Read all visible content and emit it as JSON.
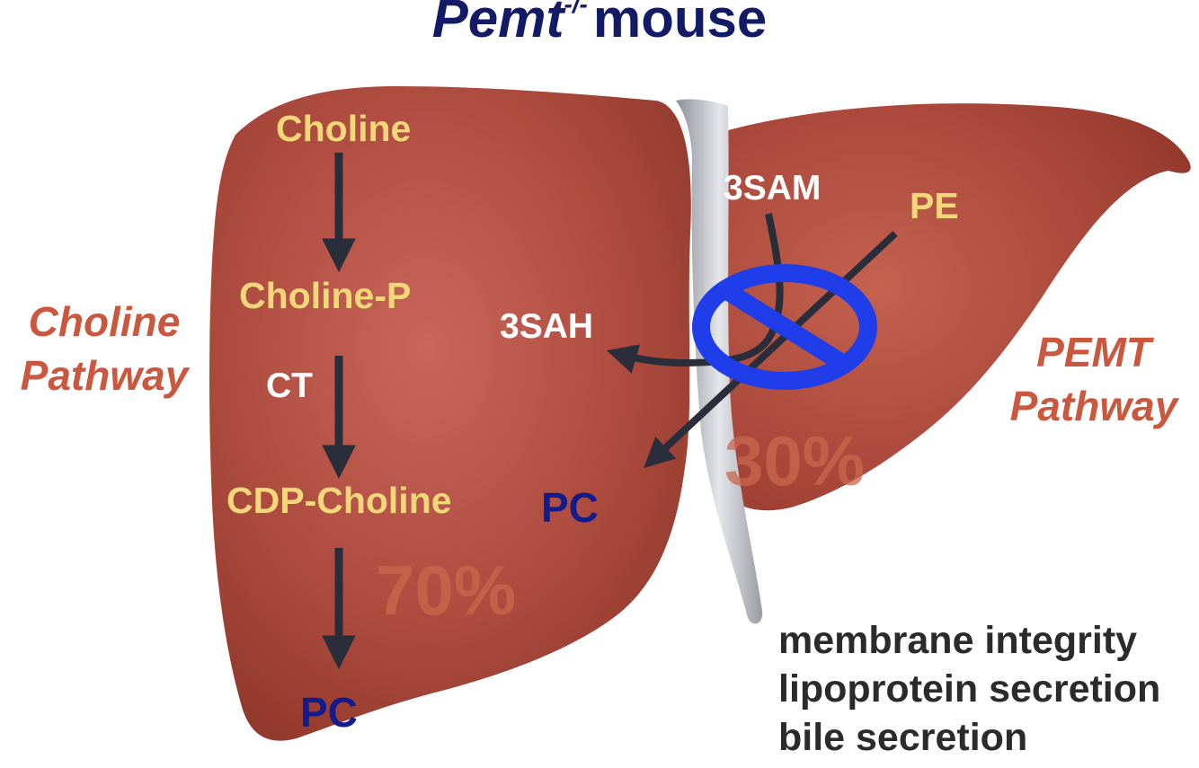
{
  "title": {
    "gene": "Pemt",
    "superscript": "-/-",
    "suffix": "mouse"
  },
  "choline_pathway": {
    "heading_line1": "Choline",
    "heading_line2": "Pathway",
    "steps": {
      "choline": "Choline",
      "choline_p": "Choline-P",
      "enzyme": "CT",
      "cdp_choline": "CDP-Choline",
      "product": "PC"
    },
    "percent": "70%"
  },
  "pemt_pathway": {
    "heading_line1": "PEMT",
    "heading_line2": "Pathway",
    "substrate": "PE",
    "methyl_donor": "3SAM",
    "byproduct": "3SAH",
    "product": "PC",
    "percent": "30%",
    "blocked": true
  },
  "functions": [
    "membrane integrity",
    "lipoprotein secretion",
    "bile secretion"
  ],
  "colors": {
    "liver": "#a9483a",
    "metabolite_label": "#f3d77b",
    "product_label": "#141b8a",
    "pathway_label": "#c9583f",
    "block_symbol": "#1f3de8",
    "arrow": "#2a2d3a"
  }
}
